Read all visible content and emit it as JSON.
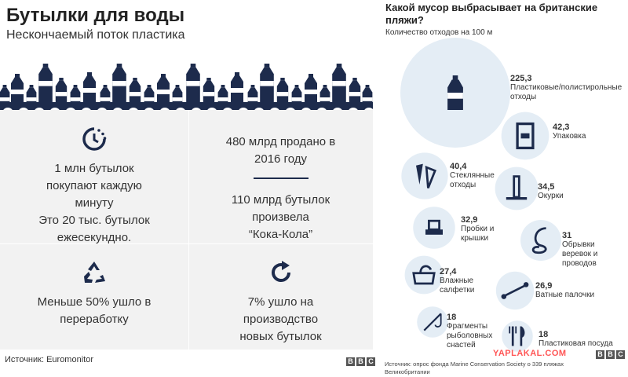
{
  "left": {
    "title": "Бутылки для воды",
    "subtitle": "Нескончаемый поток пластика",
    "cell_tl": {
      "line1": "1 млн бутылок",
      "line2": "покупают каждую",
      "line3": "минуту",
      "line4": "Это 20 тыс. бутылок",
      "line5": "ежесекундно."
    },
    "cell_tr": {
      "line1": "480 млрд продано в",
      "line2": "2016 году",
      "line3": "110 млрд бутылок",
      "line4": "произвела",
      "line5": "“Кока-Кола”"
    },
    "cell_bl": {
      "line1": "Меньше 50% ушло в",
      "line2": "переработку"
    },
    "cell_br": {
      "line1": "7% ушло на",
      "line2": "производство",
      "line3": "новых бутылок"
    },
    "source": "Источник:  Euromonitor",
    "bbc": [
      "B",
      "B",
      "C"
    ]
  },
  "right": {
    "title": "Какой мусор выбрасывает на британские пляжи?",
    "subtitle": "Количество отходов на 100 м",
    "source_line1": "Источник: опрос фонда Marine Conservation Society о 339 пляжах",
    "source_line2": "Великобритании",
    "bbc": [
      "B",
      "B",
      "C"
    ],
    "watermark": "YAPLAKAL.COM"
  },
  "colors": {
    "bubble": "#e4edf5",
    "icon": "#1d2b4c",
    "grid_bg": "#f2f2f2"
  },
  "chart_data": {
    "type": "bubble",
    "title": "Какой мусор выбрасывает на британские пляжи?",
    "subtitle": "Количество отходов на 100 м",
    "categories": [
      {
        "value": 225.3,
        "label_value": "225,3",
        "label": [
          "Пластиковые/полистирольные",
          "отходы"
        ],
        "icon": "bottle-icon"
      },
      {
        "value": 42.3,
        "label_value": "42,3",
        "label": [
          "Упаковка"
        ],
        "icon": "package-icon"
      },
      {
        "value": 40.4,
        "label_value": "40,4",
        "label": [
          "Стеклянные",
          "отходы"
        ],
        "icon": "glass-shards-icon"
      },
      {
        "value": 34.5,
        "label_value": "34,5",
        "label": [
          "Окурки"
        ],
        "icon": "cigarette-butt-icon"
      },
      {
        "value": 32.9,
        "label_value": "32,9",
        "label": [
          "Пробки и",
          "крышки"
        ],
        "icon": "bottle-cap-icon"
      },
      {
        "value": 31,
        "label_value": "31",
        "label": [
          "Обрывки",
          "веревок и",
          "проводов"
        ],
        "icon": "rope-icon"
      },
      {
        "value": 27.4,
        "label_value": "27,4",
        "label": [
          "Влажные",
          "салфетки"
        ],
        "icon": "wet-wipes-icon"
      },
      {
        "value": 26.9,
        "label_value": "26,9",
        "label": [
          "Ватные палочки"
        ],
        "icon": "cotton-swab-icon"
      },
      {
        "value": 18,
        "label_value": "18",
        "label": [
          "Фрагменты",
          "рыболовных",
          "снастей"
        ],
        "icon": "fishing-gear-icon"
      },
      {
        "value": 18,
        "label_value": "18",
        "label": [
          "Пластиковая посуда"
        ],
        "icon": "cutlery-icon"
      }
    ]
  }
}
